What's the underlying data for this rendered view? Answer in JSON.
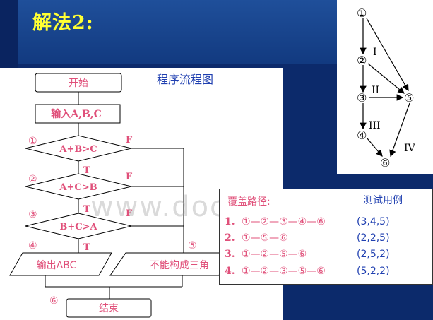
{
  "slide": {
    "title": "解法2:",
    "flow_title": "程序流程图",
    "watermark": "www.docin.com"
  },
  "flowchart": {
    "start": "开始",
    "input": "输入A,B,C",
    "cond1": "A+B>C",
    "cond2": "A+C>B",
    "cond3": "B+C>A",
    "output_yes": "输出ABC",
    "output_no": "不能构成三角",
    "end": "结束",
    "label_T": "T",
    "label_F": "F",
    "marks": [
      "①",
      "②",
      "③",
      "④",
      "⑤",
      "⑥"
    ]
  },
  "graph": {
    "nodes": [
      "①",
      "②",
      "③",
      "④",
      "⑤",
      "⑥"
    ],
    "regions": [
      "I",
      "II",
      "III",
      "IV"
    ]
  },
  "coverage": {
    "header_path": "覆盖路径:",
    "header_case": "测试用例",
    "rows": [
      {
        "num": "1.",
        "path": "①—②—③—④—⑥",
        "case": "(3,4,5)"
      },
      {
        "num": "2.",
        "path": "①—⑤—⑥",
        "case": "(2,2,5)"
      },
      {
        "num": "3.",
        "path": "①—②—⑤—⑥",
        "case": "(2,5,2)"
      },
      {
        "num": "4.",
        "path": "①—②—③—⑤—⑥",
        "case": "(5,2,2)"
      }
    ]
  }
}
